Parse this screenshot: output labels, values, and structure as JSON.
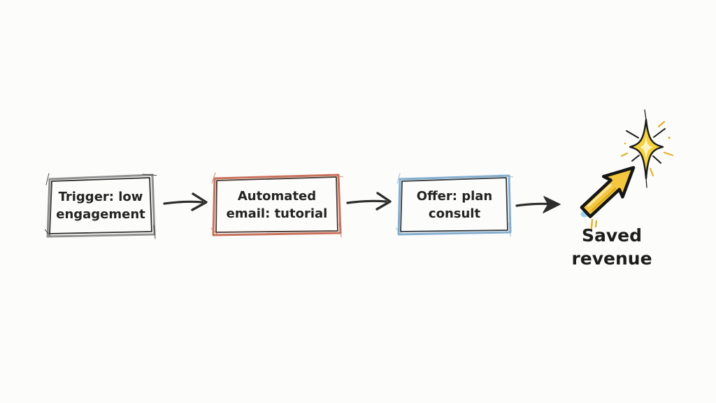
{
  "diagram": {
    "background_color": "#fcfcfb",
    "ink_color": "#232323",
    "connector_color": "#2d2d2d",
    "steps": [
      {
        "label": "Trigger: low engagement",
        "accent": "#909090",
        "frame_ink": "#2e2e2e"
      },
      {
        "label": "Automated email: tutorial",
        "accent": "#c9705a",
        "frame_ink": "#45362f"
      },
      {
        "label": "Offer: plan consult",
        "accent": "#84aecf",
        "frame_ink": "#32373c"
      }
    ],
    "connectors": [
      {
        "icon": "right-arrow-icon"
      },
      {
        "icon": "right-arrow-icon"
      },
      {
        "icon": "right-arrow-icon"
      }
    ],
    "outcome": {
      "label": "Saved revenue",
      "icons": [
        "rising-arrow-icon",
        "sparkle-icon"
      ],
      "arrow_fill": "#f3c73e",
      "arrow_outline": "#161616",
      "sparkle_fill": "#f5d13c",
      "sparkle_core": "#fdf3c0",
      "tail_mark_color": "#8ecdea"
    }
  }
}
